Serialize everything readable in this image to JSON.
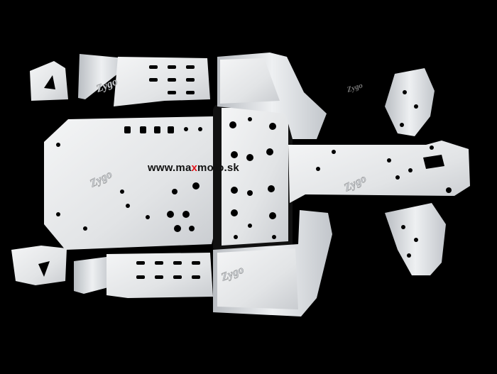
{
  "photo": {
    "subject": "",
    "background_color": "#000000",
    "plate_color": "#e6e8ea",
    "hole_color": "#000000"
  },
  "watermark": {
    "prefix": "www.ma",
    "accent": "x",
    "suffix": "moto.sk",
    "accent_color": "#e3141b"
  },
  "logos": [
    {
      "text": "Zygo"
    },
    {
      "text": "Zygo"
    },
    {
      "text": "Zygo"
    },
    {
      "text": "Zygo"
    },
    {
      "text": "Zygo"
    }
  ]
}
